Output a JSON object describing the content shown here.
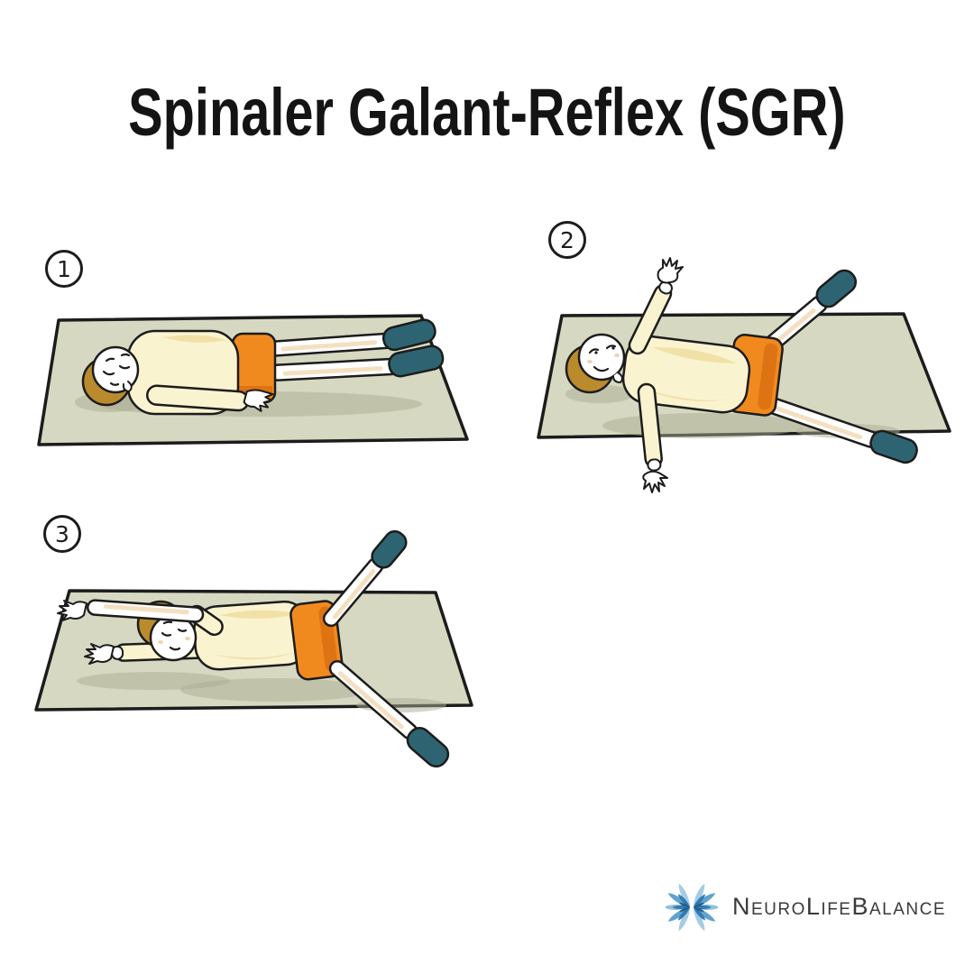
{
  "title": "Spinaler Galant-Reflex (SGR)",
  "steps": [
    {
      "number": "1",
      "pose": "lying supine on mat, arms at sides, legs together"
    },
    {
      "number": "2",
      "pose": "lying supine, one arm raised overhead, other arm at side, legs spread apart"
    },
    {
      "number": "3",
      "pose": "lying supine, both arms stretched overhead behind head, legs spread wide, one leg raised"
    }
  ],
  "brand": {
    "name": "NeuroLifeBalance",
    "icon": "lotus-icon"
  },
  "colors": {
    "background": "#ffffff",
    "outline": "#1c1c1c",
    "title_text": "#141414",
    "mat": "#d6d8c1",
    "mat_shadow": "#a9ac93",
    "shirt": "#faf3cf",
    "shirt_shade": "#f0dfa2",
    "shorts": "#f18a1e",
    "shorts_shade": "#dd7312",
    "skin": "#ffffff",
    "skin_shade": "#f3ddba",
    "socks": "#2e6472",
    "hair": "#ba8b2d",
    "logo_blue_light": "#9cc6e0",
    "logo_blue": "#5fa3cf",
    "logo_blue_dark": "#2e76ab",
    "logo_text": "#3a3a3a"
  }
}
